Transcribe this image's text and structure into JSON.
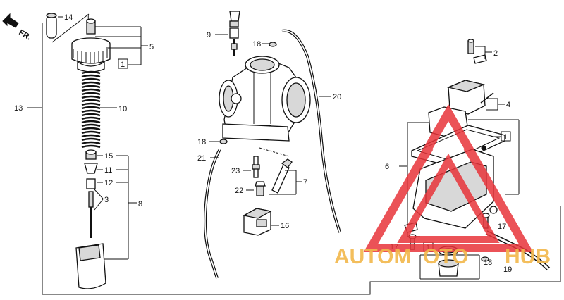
{
  "diagram": {
    "direction_label": "FR.",
    "boxed_label": "1",
    "callouts": [
      "14",
      "1",
      "5",
      "13",
      "10",
      "15",
      "11",
      "12",
      "3",
      "8",
      "9",
      "18",
      "18",
      "21",
      "23",
      "22",
      "7",
      "16",
      "20",
      "2",
      "4",
      "6",
      "17",
      "17",
      "18",
      "19"
    ]
  },
  "watermark": {
    "text_left": "AUTOM",
    "text_mid": "OTO",
    "text_right": "HUB",
    "color_text": "#f2b84b",
    "color_triangle": "#e8343a"
  }
}
